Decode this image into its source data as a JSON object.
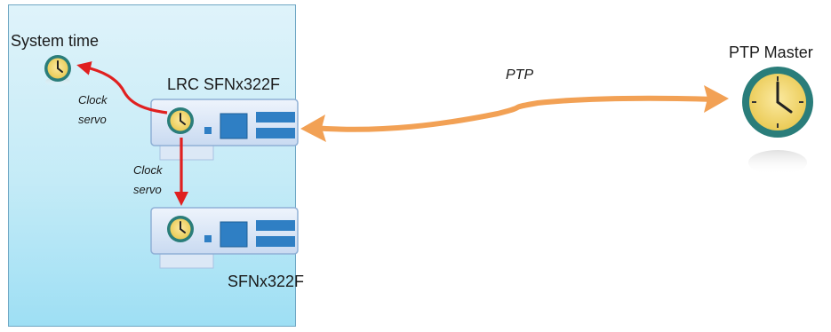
{
  "diagram": {
    "system_time_label": "System time",
    "lrc_card_label": "LRC SFNx322F",
    "second_card_label": "SFNx322F",
    "servo_top": {
      "line1": "Clock",
      "line2": "servo"
    },
    "servo_bottom": {
      "line1": "Clock",
      "line2": "servo"
    },
    "ptp_label": "PTP",
    "master_label": "PTP Master"
  },
  "colors": {
    "panel_top": "#dff3fa",
    "panel_bottom": "#9edff4",
    "card_fill": "#dbe7f7",
    "card_border": "#8fb0d6",
    "port_blue": "#2f7fc4",
    "servo_arrow": "#e02020",
    "ptp_arrow": "#f2a155",
    "clock_face": "#f2d66b",
    "clock_ring": "#2a7d7a"
  },
  "icons": [
    "clock-icon",
    "nic-card-icon",
    "double-arrow-icon"
  ]
}
